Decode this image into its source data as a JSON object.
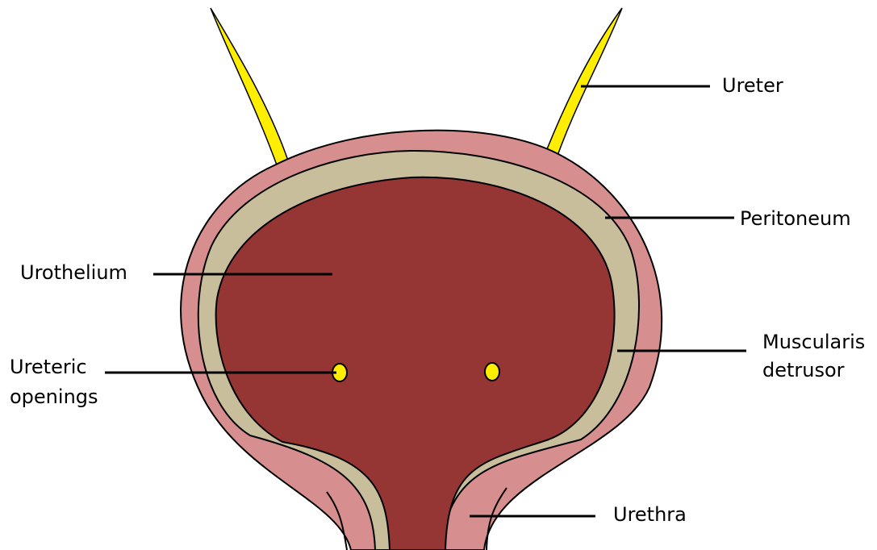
{
  "labels": {
    "ureter": "Ureter",
    "peritoneum": "Peritoneum",
    "urothelium": "Urothelium",
    "ureteric_openings_line1": "Ureteric",
    "ureteric_openings_line2": "openings",
    "muscularis_line1": "Muscularis",
    "muscularis_line2": "detrusor",
    "urethra": "Urethra"
  },
  "colors": {
    "peritoneum": "#D68F8E",
    "muscularis": "#C8BE9C",
    "urothelium": "#953534",
    "ureter": "#FFEE00",
    "outline": "#000000",
    "background": "#FFFFFF"
  }
}
